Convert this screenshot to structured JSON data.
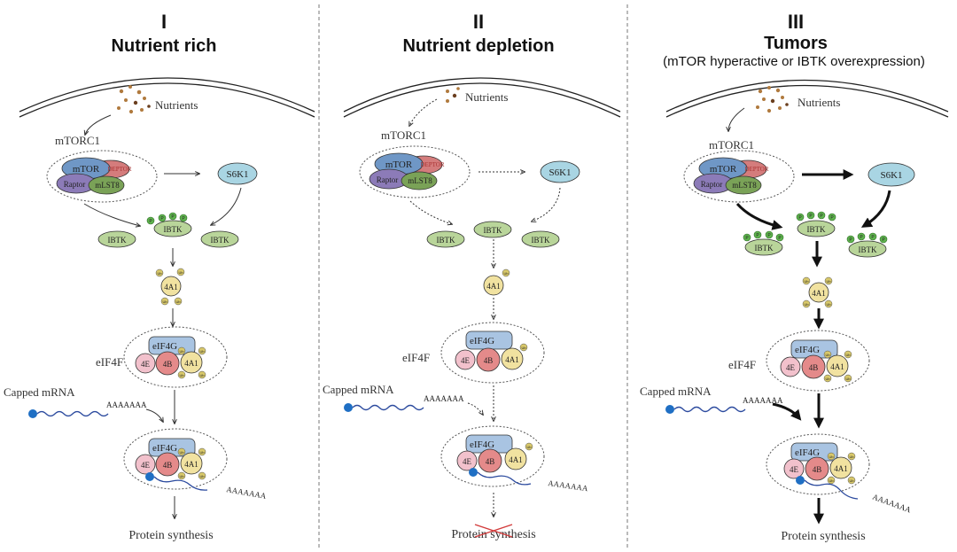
{
  "panels": [
    {
      "numeral": "I",
      "title": "Nutrient rich",
      "subtitle": ""
    },
    {
      "numeral": "II",
      "title": "Nutrient depletion",
      "subtitle": ""
    },
    {
      "numeral": "III",
      "title": "Tumors",
      "subtitle": "(mTOR hyperactive or IBTK overexpression)"
    }
  ],
  "labels": {
    "nutrients": "Nutrients",
    "mtorc1": "mTORC1",
    "mtor": "mTOR",
    "deptor": "DEPTOR",
    "raptor": "Raptor",
    "mlst8": "mLST8",
    "s6k1": "S6K1",
    "ibtk": "IBTK",
    "p": "P",
    "ub": "Ub",
    "a4a1": "4A1",
    "eif4f": "eIF4F",
    "eif4g": "eIF4G",
    "e4e": "4E",
    "b4b": "4B",
    "capped_mrna": "Capped mRNA",
    "polya": "AAAAAAA",
    "protein_synthesis": "Protein synthesis"
  },
  "colors": {
    "mtor": "#6f97c6",
    "deptor": "#d47c7c",
    "raptor": "#8c7bb8",
    "mlst8": "#7aa257",
    "s6k1": "#a9d5e3",
    "ibtk": "#b9d59a",
    "phospho": "#5fb34e",
    "ub": "#d8c86a",
    "a4a1": "#f1e2a0",
    "eif4g": "#a9c4e2",
    "e4e": "#f2c1cc",
    "b4b": "#e48a8a",
    "mrna": "#2b4a9e",
    "cap": "#1f6fc4",
    "cross": "#d23a3a"
  }
}
